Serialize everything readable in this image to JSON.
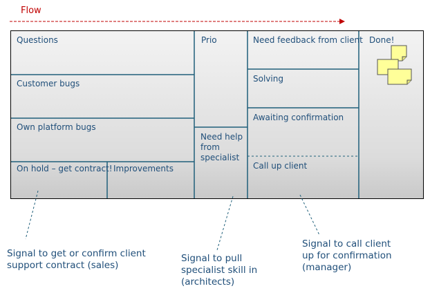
{
  "flow": {
    "label": "Flow"
  },
  "columns": {
    "questions": "Questions",
    "customer_bugs": "Customer bugs",
    "own_platform_bugs": "Own platform bugs",
    "on_hold": "On hold – get contract!",
    "improvements": "Improvements",
    "prio": "Prio",
    "need_help": "Need help from specialist",
    "need_feedback": "Need feedback from client",
    "solving": "Solving",
    "awaiting_confirmation": "Awaiting confirmation",
    "call_up_client": "Call up client",
    "done": "Done!"
  },
  "notes": {
    "sales": "Signal to get or confirm client support contract (sales)",
    "architects": "Signal to pull specialist skill in (architects)",
    "manager": "Signal to call client up for confirmation (manager)"
  },
  "colors": {
    "flow_arrow": "#c00000",
    "divider": "#1f5f7a",
    "text": "#1f4e79",
    "sticky_note": "#ffff99"
  }
}
